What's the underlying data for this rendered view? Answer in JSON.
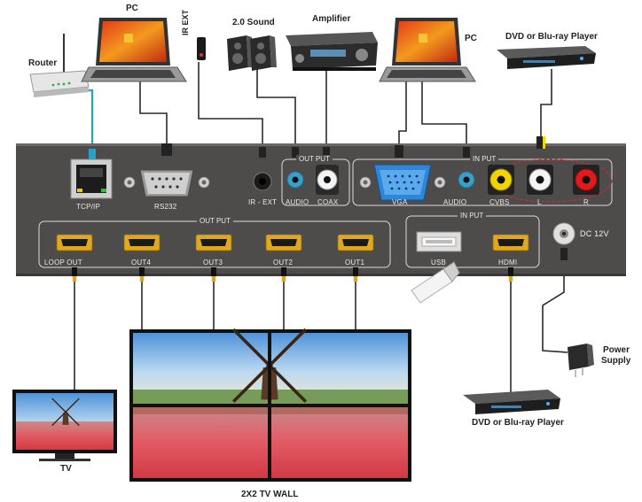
{
  "devices": {
    "router": "Router",
    "pc_left": "PC",
    "ir_ext": "IR EXT",
    "sound": "2.0 Sound",
    "amplifier": "Amplifier",
    "pc_right": "PC",
    "dvd_top": "DVD or Blu-ray Player",
    "power": [
      "Power",
      "Supply"
    ],
    "dvd_bottom": "DVD or Blu-ray Player",
    "tv": "TV",
    "tv_wall": "2X2 TV  WALL"
  },
  "panel": {
    "tcp": "TCP/IP",
    "rs232": "RS232",
    "ir_port": "IR - EXT",
    "audio_out": "AUDIO",
    "coax": "COAX",
    "audio_in": "AUDIO",
    "vga": "VGA",
    "cvbs": "CVBS",
    "l": "L",
    "r": "R",
    "usb": "USB",
    "hdmi_in": "HDMI",
    "dc": "DC 12V",
    "loop_out": "LOOP OUT",
    "out4": "OUT4",
    "out3": "OUT3",
    "out2": "OUT2",
    "out1": "OUT1",
    "sections": {
      "output_top": "OUT PUT",
      "input_top": "IN PUT",
      "output_hdmi": "OUT PUT",
      "input_hdmi": "IN PUT"
    }
  },
  "colors": {
    "panel": "#4e4c4b",
    "hdmi_gold": "#e0a820",
    "vga_blue": "#2f86d6",
    "rca_yellow": "#f2d500",
    "rca_red": "#e11b1b",
    "rca_white": "#f4f4f4",
    "audio_teal": "#3aa0c8",
    "cable": "#2a2a2a",
    "lan_cable": "#2aa0c8"
  }
}
